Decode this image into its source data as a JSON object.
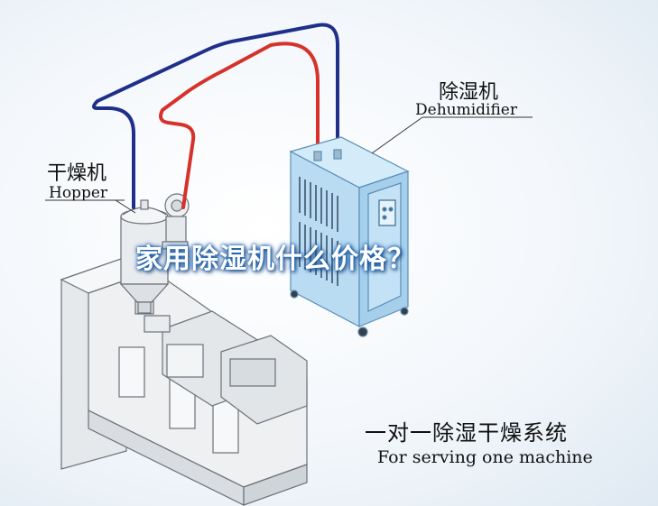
{
  "overlay_title": "家用除湿机什么价格？",
  "labels": {
    "dehumidifier_cn": "除湿机",
    "dehumidifier_en": "Dehumidifier",
    "hopper_cn": "干燥机",
    "hopper_en": "Hopper",
    "system_cn": "一对一除湿干燥系统",
    "system_en": "For serving one machine"
  },
  "colors": {
    "pipe_blue": "#1f2f8a",
    "pipe_red": "#d6322b",
    "cabinet_blue": "#b9dcf3",
    "cabinet_edge": "#5b8fb8",
    "machine_gray": "#eceff2",
    "machine_edge": "#6c7178",
    "title_glow": "#1a5fae"
  }
}
